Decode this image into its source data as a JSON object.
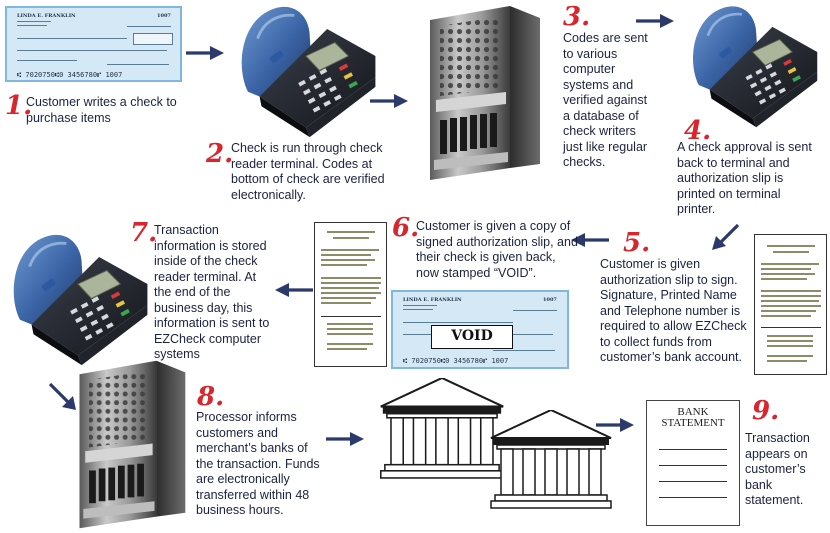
{
  "steps": [
    {
      "num": "1.",
      "text": "Customer writes a check to purchase items"
    },
    {
      "num": "2.",
      "text": "Check is run through check reader terminal.  Codes at bottom of check are verified electronically."
    },
    {
      "num": "3.",
      "text": "Codes are sent to various computer systems and verified against a database of check writers just like regular checks."
    },
    {
      "num": "4.",
      "text": "A check approval is sent back to terminal and authorization slip is printed on terminal printer."
    },
    {
      "num": "5.",
      "text": "Customer is given authorization slip to sign.  Signature, Printed Name and Telephone number is required to allow EZCheck to collect funds from customer’s bank account."
    },
    {
      "num": "6.",
      "text": "Customer is given a copy of signed authorization slip, and their check is given back, now stamped “VOID”."
    },
    {
      "num": "7.",
      "text": "Transaction information is stored inside of the check reader terminal.  At the end of the business day, this information is sent to EZCheck computer systems"
    },
    {
      "num": "8.",
      "text": "Processor informs customers and merchant’s banks of the transaction. Funds are electronically transferred within 48 business hours."
    },
    {
      "num": "9.",
      "text": "Transaction appears on customer’s bank statement."
    }
  ],
  "check": {
    "name": "LINDA E. FRANKLIN",
    "number": "1007",
    "micr": "⑆  7020750⑆0    3456780⑈    1007"
  },
  "void_stamp": "VOID",
  "statement": {
    "title_line1": "BANK",
    "title_line2": "STATEMENT"
  },
  "colors": {
    "arrow": "#2b3a6b",
    "number": "#d8262e",
    "check_fill": "#d4e9f5",
    "terminal": "#3f6aa6"
  },
  "icons": [
    "check-icon",
    "check-reader-terminal-icon",
    "server-tower-icon",
    "authorization-slip-icon",
    "bank-building-icon",
    "bank-statement-icon"
  ]
}
